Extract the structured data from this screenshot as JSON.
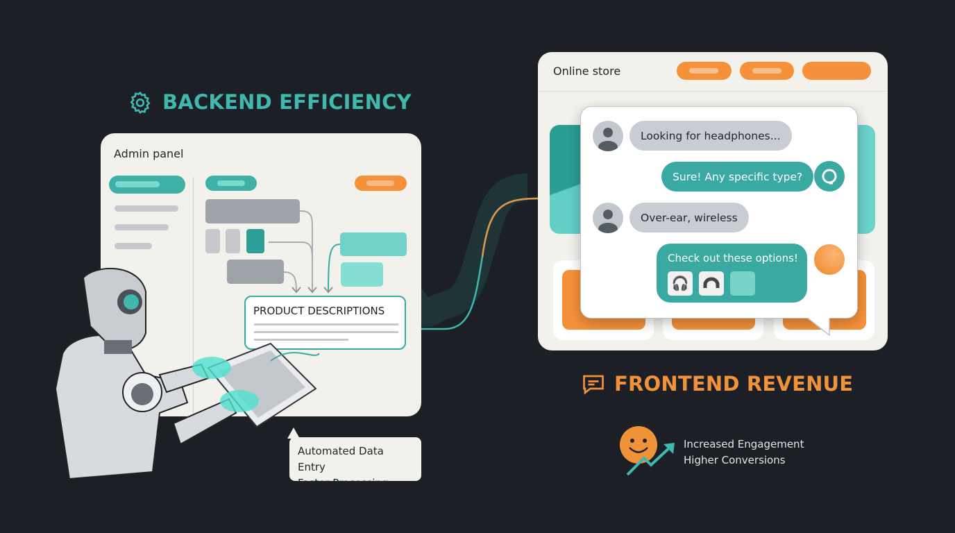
{
  "backend": {
    "heading": "BACKEND EFFICIENCY",
    "icon": "gear-icon",
    "color": "#3fb8ad",
    "panel_title": "Admin panel",
    "product_box_title": "PRODUCT DESCRIPTIONS",
    "callout": {
      "line1": "Automated Data Entry",
      "line2": "Faster Processing"
    }
  },
  "frontend": {
    "heading": "FRONTEND REVENUE",
    "icon": "chat-icon",
    "color": "#f0923a",
    "store_title": "Online store",
    "chat": [
      {
        "from": "user",
        "text": "Looking for headphones..."
      },
      {
        "from": "agent",
        "text": "Sure! Any specific type?"
      },
      {
        "from": "user",
        "text": "Over-ear, wireless"
      },
      {
        "from": "agent",
        "text": "Check out these options!"
      }
    ],
    "outcomes": {
      "line1": "Increased Engagement",
      "line2": "Higher Conversions"
    }
  }
}
